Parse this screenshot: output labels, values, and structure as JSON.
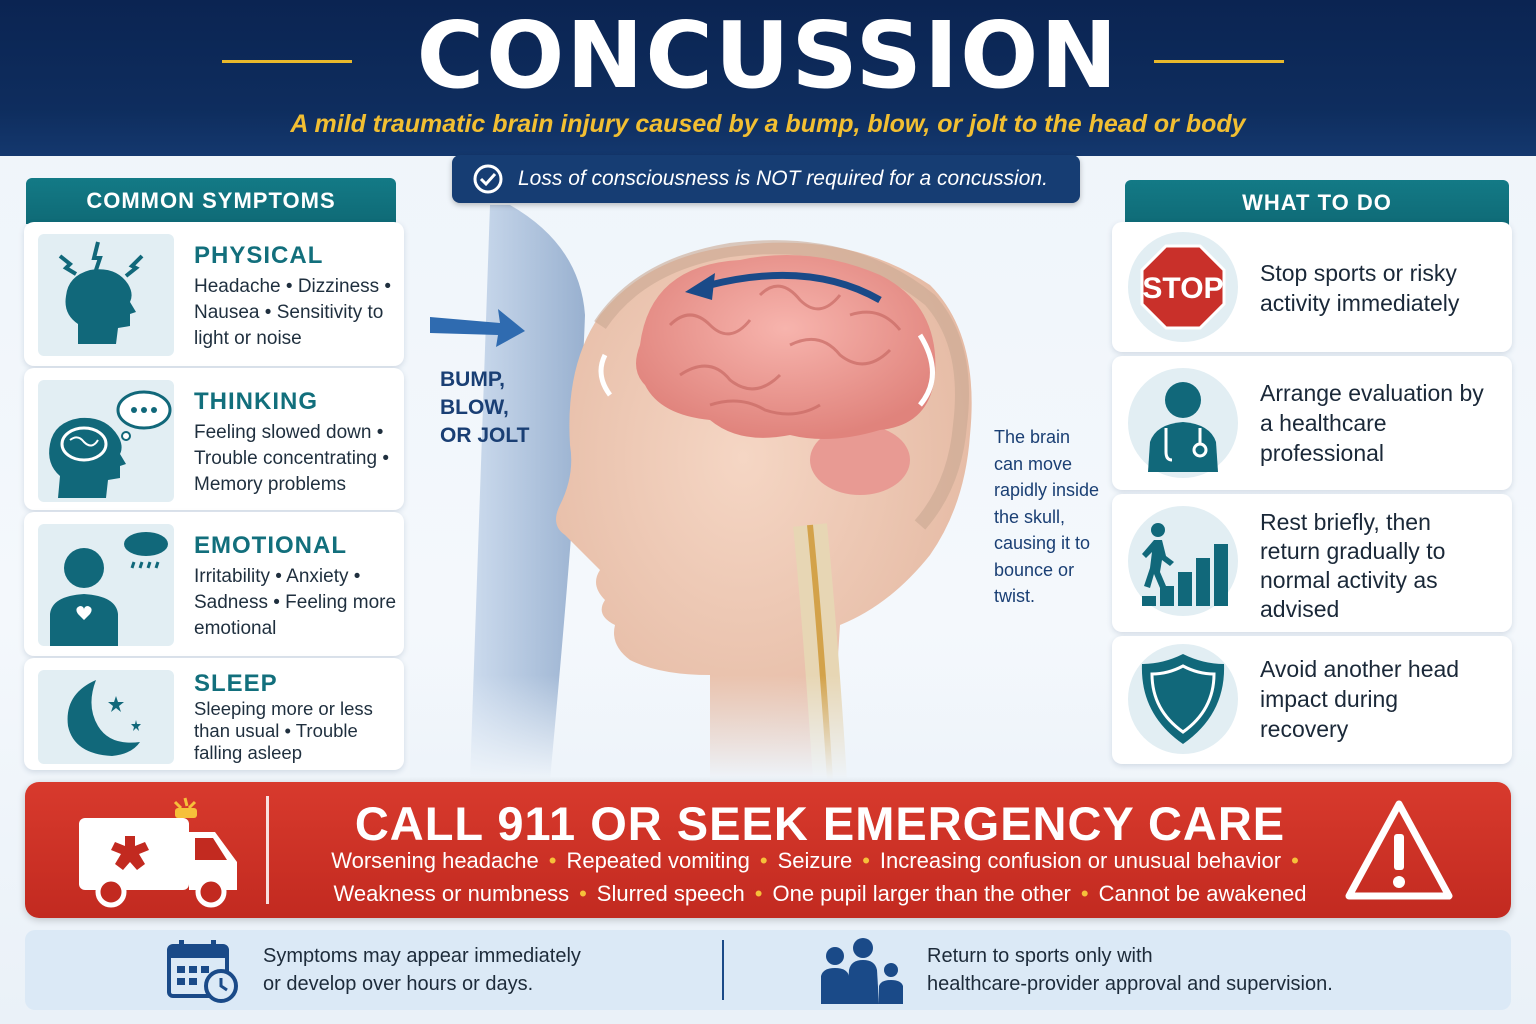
{
  "header": {
    "title": "CONCUSSION",
    "subtitle": "A mild traumatic brain injury caused by a bump, blow, or jolt to the head or body"
  },
  "banner": {
    "loc_note": "Loss of consciousness is NOT required for a concussion."
  },
  "symptoms": {
    "heading": "COMMON SYMPTOMS",
    "items": [
      {
        "category": "PHYSICAL",
        "desc_lines": [
          "Headache • Dizziness •",
          "Nausea • Sensitivity to",
          "light or noise"
        ],
        "icon": "head-pain-icon"
      },
      {
        "category": "THINKING",
        "desc_lines": [
          "Feeling slowed down •",
          "Trouble concentrating •",
          "Memory problems"
        ],
        "icon": "brain-thought-icon"
      },
      {
        "category": "EMOTIONAL",
        "desc_lines": [
          "Irritability • Anxiety •",
          "Sadness • Feeling more",
          "emotional"
        ],
        "icon": "person-raincloud-icon"
      },
      {
        "category": "SLEEP",
        "desc_lines": [
          "Sleeping more or less",
          "than usual • Trouble",
          "falling asleep"
        ],
        "icon": "moon-stars-icon"
      }
    ]
  },
  "illustration": {
    "impact_label": [
      "BUMP,",
      "BLOW,",
      "OR JOLT"
    ],
    "brain_note": [
      "The brain",
      "can move",
      "rapidly inside",
      "the skull,",
      "causing it to",
      "bounce or",
      "twist."
    ]
  },
  "what_to_do": {
    "heading": "WHAT TO DO",
    "stop_sign_text": "STOP",
    "items": [
      {
        "lines": [
          "Stop sports or risky",
          "activity immediately"
        ],
        "icon": "stop-sign-icon"
      },
      {
        "lines": [
          "Arrange evaluation by",
          "a healthcare",
          "professional"
        ],
        "icon": "doctor-icon"
      },
      {
        "lines": [
          "Rest briefly, then",
          "return gradually to",
          "normal activity as",
          "advised"
        ],
        "icon": "stairs-progress-icon"
      },
      {
        "lines": [
          "Avoid another head",
          "impact during",
          "recovery"
        ],
        "icon": "shield-icon"
      }
    ]
  },
  "emergency": {
    "title": "CALL 911 OR SEEK EMERGENCY CARE",
    "line1": [
      "Worsening headache",
      "Repeated vomiting",
      "Seizure",
      "Increasing confusion or unusual behavior"
    ],
    "line2": [
      "Weakness or numbness",
      "Slurred speech",
      "One pupil larger than the other",
      "Cannot be awakened"
    ],
    "icons": [
      "ambulance-icon",
      "warning-icon"
    ]
  },
  "footer": {
    "left_note": [
      "Symptoms may appear immediately",
      "or develop over hours or days."
    ],
    "right_note": [
      "Return to sports only with",
      "healthcare-provider approval and supervision."
    ],
    "icons": [
      "calendar-clock-icon",
      "family-icon"
    ]
  },
  "colors": {
    "navy": "#0e2d5e",
    "gold": "#f2bf32",
    "teal": "#137a86",
    "red": "#c9302a"
  }
}
